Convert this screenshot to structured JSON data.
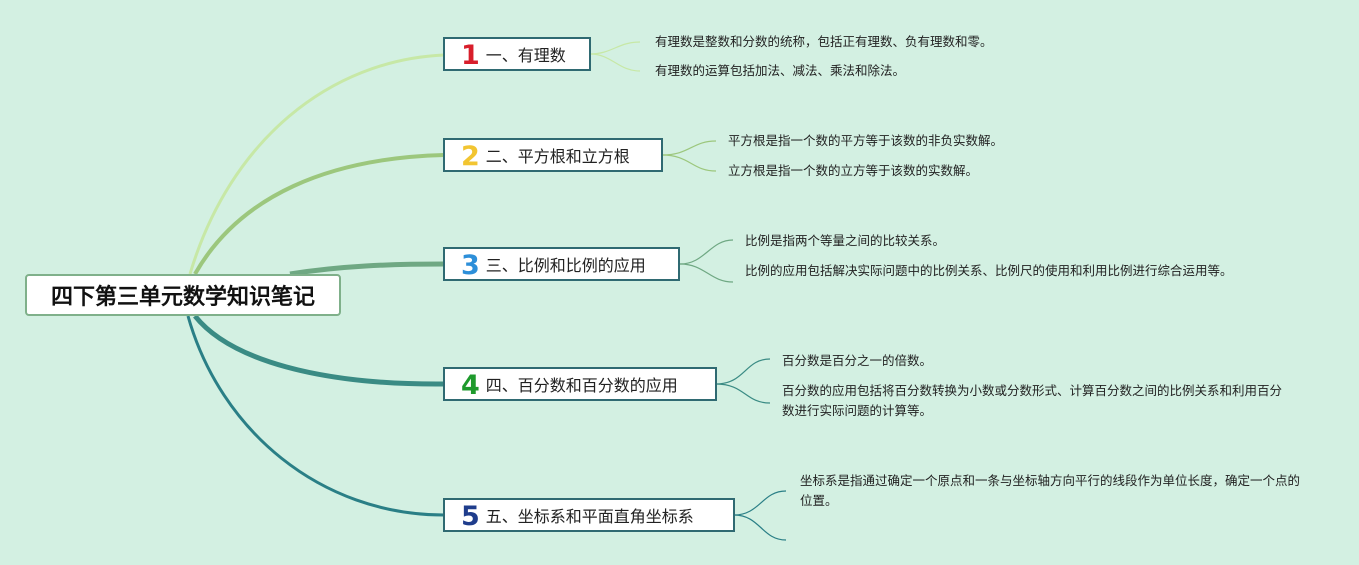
{
  "root": {
    "title": "四下第三单元数学知识笔记"
  },
  "branches": [
    {
      "number": "1",
      "label": "一、有理数",
      "number_color": "#d81e2b",
      "line_color": "#c7e8a6",
      "notes": [
        "有理数是整数和分数的统称，包括正有理数、负有理数和零。",
        "有理数的运算包括加法、减法、乘法和除法。"
      ]
    },
    {
      "number": "2",
      "label": "二、平方根和立方根",
      "number_color": "#f2c531",
      "line_color": "#9cc77d",
      "notes": [
        "平方根是指一个数的平方等于该数的非负实数解。",
        "立方根是指一个数的立方等于该数的实数解。"
      ]
    },
    {
      "number": "3",
      "label": "三、比例和比例的应用",
      "number_color": "#2d8fd9",
      "line_color": "#6fa883",
      "notes": [
        "比例是指两个等量之间的比较关系。",
        "比例的应用包括解决实际问题中的比例关系、比例尺的使用和利用比例进行综合运用等。"
      ]
    },
    {
      "number": "4",
      "label": "四、百分数和百分数的应用",
      "number_color": "#1e9a2c",
      "line_color": "#3a8b84",
      "notes": [
        "百分数是百分之一的倍数。",
        "百分数的应用包括将百分数转换为小数或分数形式、计算百分数之间的比例关系和利用百分数进行实际问题的计算等。"
      ]
    },
    {
      "number": "5",
      "label": "五、坐标系和平面直角坐标系",
      "number_color": "#1f3d8c",
      "line_color": "#2a7f86",
      "notes": [
        "坐标系是指通过确定一个原点和一条与坐标轴方向平行的线段作为单位长度，确定一个点的位置。"
      ]
    }
  ]
}
